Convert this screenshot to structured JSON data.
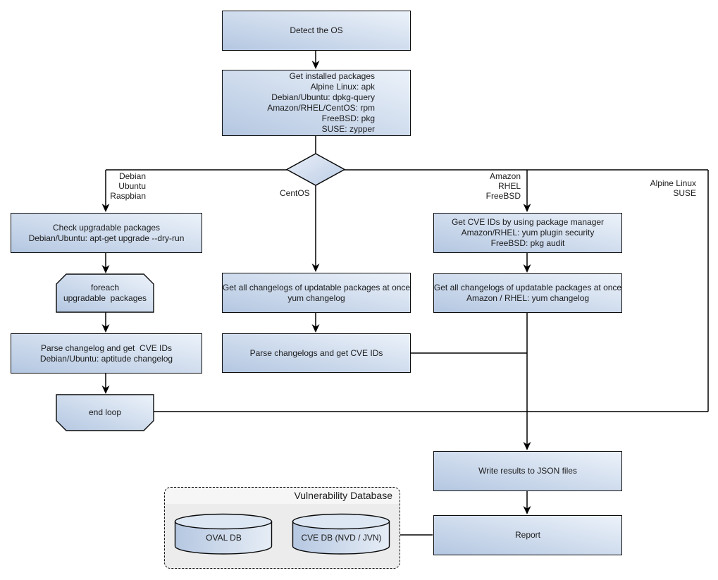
{
  "diagram": {
    "nodes": {
      "detect_os": "Detect the OS",
      "get_installed_packages": "Get installed packages\nAlpine Linux: apk\nDebian/Ubuntu: dpkg-query\nAmazon/RHEL/CentOS: rpm\nFreeBSD: pkg\nSUSE: zypper",
      "check_upgradable": "Check upgradable packages\nDebian/Ubuntu: apt-get upgrade --dry-run",
      "foreach_loop": "foreach\nupgradable  packages",
      "parse_changelog_debian": "Parse changelog and get  CVE IDs\nDebian/Ubuntu: aptitude changelog",
      "end_loop": "end loop",
      "changelogs_centos": "Get all changelogs of updatable packages at once\nyum changelog",
      "parse_changelogs_centos": "Parse changelogs and get CVE IDs",
      "get_cve_ids_pkg_mgr": "Get CVE IDs by using package manager\nAmazon/RHEL: yum plugin security\nFreeBSD: pkg audit",
      "changelogs_amazon": "Get all changelogs of updatable packages at once\nAmazon / RHEL: yum changelog",
      "write_results": "Write results to JSON files",
      "report": "Report"
    },
    "branch_labels": {
      "debian_path": "Debian\nUbuntu\nRaspbian",
      "centos_path": "CentOS",
      "amazon_path": "Amazon\nRHEL\nFreeBSD",
      "alpine_path": "Alpine Linux\nSUSE"
    },
    "database": {
      "title": "Vulnerability Database",
      "cylinders": [
        "OVAL DB",
        "CVE DB (NVD / JVN)"
      ]
    },
    "colors": {
      "node_gradient_light": "#ecf2fa",
      "node_gradient_dark": "#b4c7e1",
      "line": "#000000",
      "db_panel": "#ececec",
      "db_header": "#f6f6f6"
    }
  }
}
